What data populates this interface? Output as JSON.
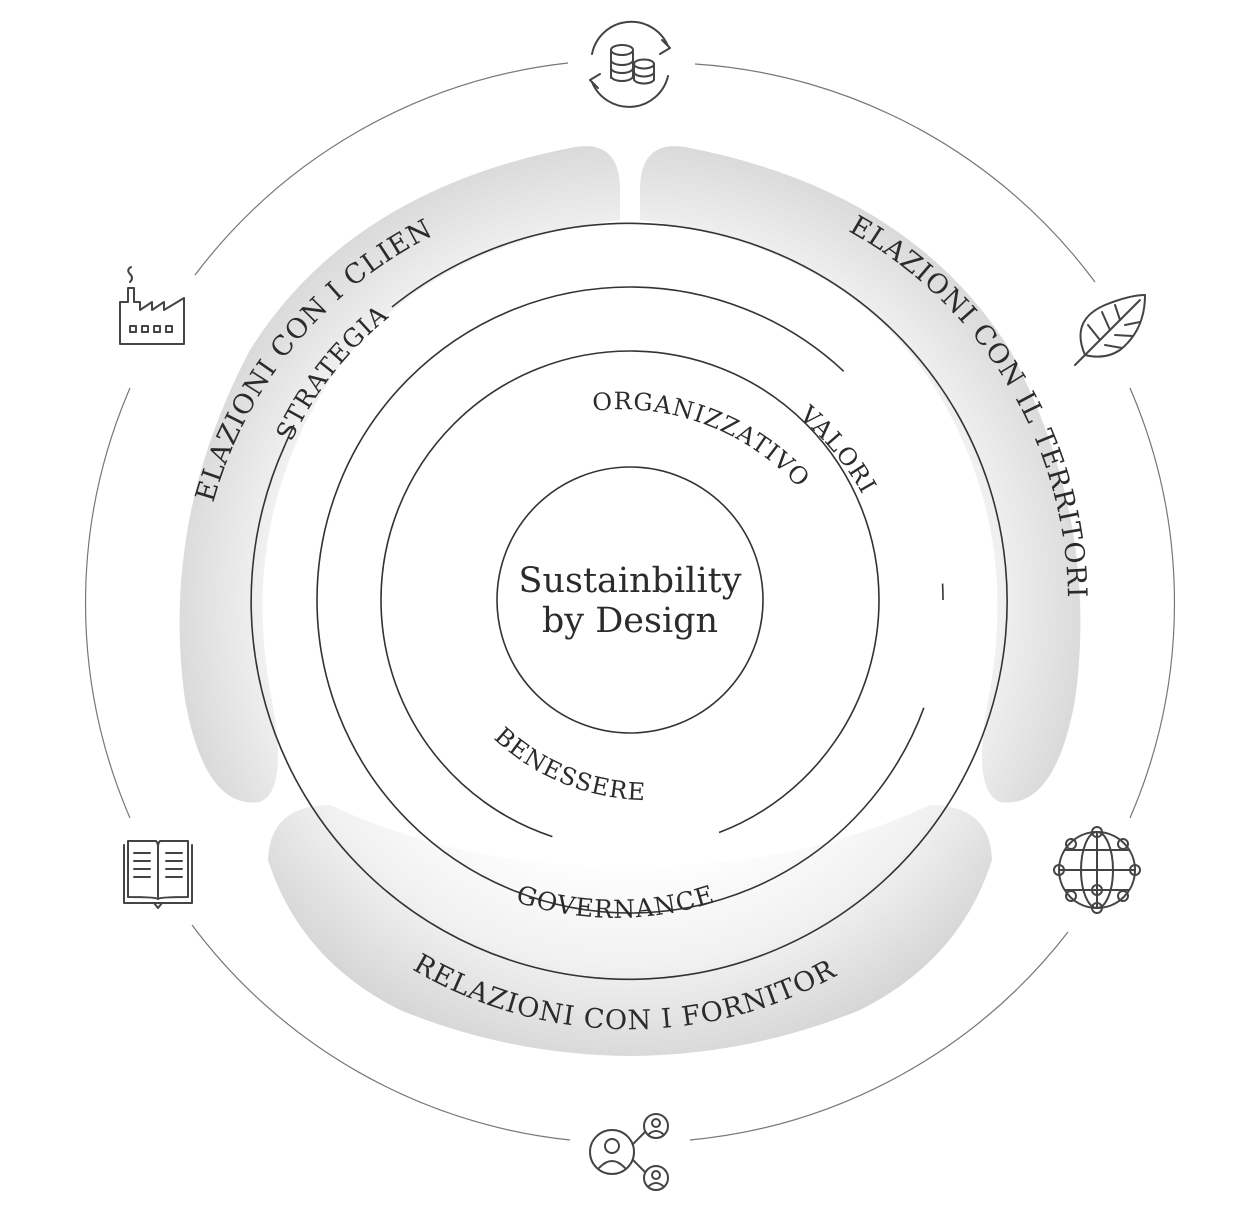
{
  "center": {
    "line1": "Sustainbility",
    "line2": "by Design"
  },
  "outer_sections": {
    "clienti": "RELAZIONI CON I CLIENTI",
    "territorio": "RELAZIONI CON IL TERRITORIO",
    "fornitori": "RELAZIONI CON I FORNITORI"
  },
  "rings": {
    "strategia": "STRATEGIA",
    "governance": "GOVERNANCE",
    "valori": "VALORI",
    "organizzativo": "ORGANIZZATIVO",
    "benessere": "BENESSERE"
  },
  "icons": [
    "coins-cycle-icon",
    "leaf-icon",
    "globe-network-icon",
    "people-network-icon",
    "open-book-icon",
    "factory-icon"
  ]
}
